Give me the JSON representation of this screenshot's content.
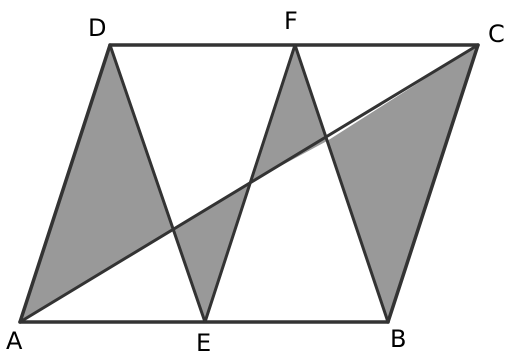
{
  "diagram": {
    "points": {
      "A": {
        "label": "A"
      },
      "B": {
        "label": "B"
      },
      "C": {
        "label": "C"
      },
      "D": {
        "label": "D"
      },
      "E": {
        "label": "E"
      },
      "F": {
        "label": "F"
      }
    },
    "colors": {
      "shade": "#999999",
      "stroke": "#333333",
      "label": "#000000",
      "background": "#ffffff"
    }
  }
}
